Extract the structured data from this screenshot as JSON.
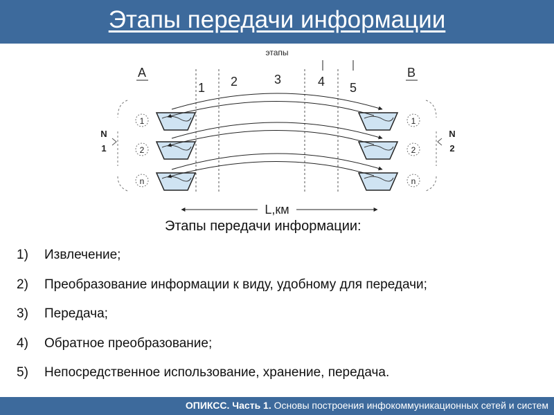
{
  "header": {
    "title": "Этапы передачи информации"
  },
  "diagram": {
    "stages_label": "этапы",
    "point_a": "А",
    "point_b": "В",
    "stages": [
      "1",
      "2",
      "3",
      "4",
      "5"
    ],
    "channels": [
      "1",
      "2",
      "n"
    ],
    "left_group": [
      "N",
      "1"
    ],
    "right_group": [
      "N",
      "2"
    ],
    "distance_label": "L,км"
  },
  "main": {
    "subheading": "Этапы передачи информации:",
    "items": [
      {
        "num": "1)",
        "text": "Извлечение;"
      },
      {
        "num": "2)",
        "text": "Преобразование информации к виду, удобному для передачи;"
      },
      {
        "num": "3)",
        "text": "Передача;"
      },
      {
        "num": "4)",
        "text": "Обратное преобразование;"
      },
      {
        "num": "5)",
        "text": "Непосредственное использование, хранение, передача."
      }
    ]
  },
  "footer": {
    "bold": "ОПИКСС. Часть 1.",
    "rest": " Основы построения инфокоммуникационных сетей и систем"
  },
  "colors": {
    "header_bg": "#3d6a9c",
    "bowl_water": "#cfe3f2"
  }
}
